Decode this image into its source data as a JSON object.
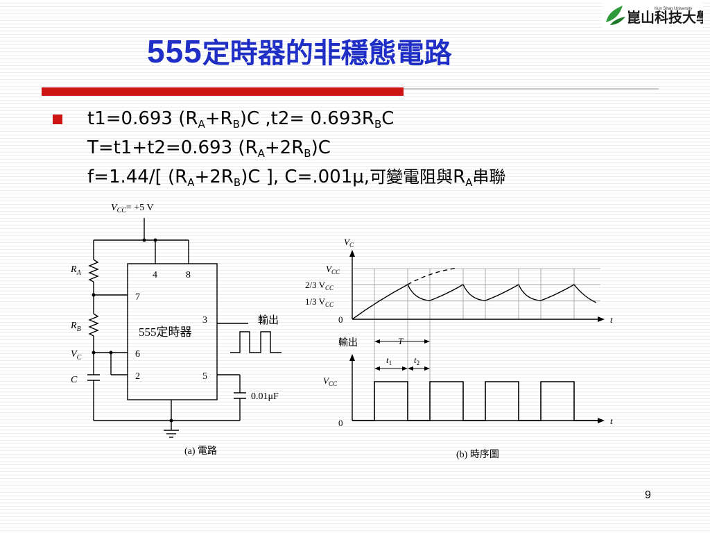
{
  "slide": {
    "title_num": "555",
    "title_zh": "定時器的非穩態電路",
    "page_number": "9",
    "colors": {
      "title": "#1f2fc6",
      "accent": "#cc1414"
    }
  },
  "logo": {
    "zh_text": "崑山科技大學",
    "en_text": "Kun Shan University",
    "icon": "leaf-logo-icon"
  },
  "equations": {
    "line1": {
      "a": "t1=0.693 (R",
      "sub1": "A",
      "b": "+R",
      "sub2": "B",
      "c": ")C ,t2= 0.693R",
      "sub3": "B",
      "d": "C"
    },
    "line2": {
      "a": "T=t1+t2=0.693 (R",
      "sub1": "A",
      "b": "+2R",
      "sub2": "B",
      "c": ")C"
    },
    "line3": {
      "a": "f=1.44/[ (R",
      "sub1": "A",
      "b": "+2R",
      "sub2": "B",
      "c": ")C ],  C=.001μ,",
      "zh": "可變電阻與",
      "d": "R",
      "sub3": "A",
      "zh2": "串聯"
    }
  },
  "circuit": {
    "vcc_label": "V",
    "vcc_sub": "CC",
    "vcc_value": "= +5 V",
    "ra": "R",
    "ra_sub": "A",
    "rb": "R",
    "rb_sub": "B",
    "vc": "V",
    "vc_sub": "C",
    "c": "C",
    "pin4": "4",
    "pin8": "8",
    "pin7": "7",
    "pin3": "3",
    "pin6": "6",
    "pin2": "2",
    "pin5": "5",
    "chip_label": "555定時器",
    "output_label": "輸出",
    "cap_value": "0.01μF",
    "caption": "(a) 電路"
  },
  "timing": {
    "top_axis": {
      "v": "V",
      "v_sub": "C",
      "vcc": "V",
      "vcc_sub": "CC",
      "two_thirds": "2/3 V",
      "two_thirds_sub": "CC",
      "one_third": "1/3 V",
      "one_third_sub": "CC",
      "zero": "0",
      "t": "t"
    },
    "bottom_axis": {
      "output": "輸出",
      "T": "T",
      "t1": "t",
      "t1_sub": "1",
      "t2": "t",
      "t2_sub": "2",
      "vcc": "V",
      "vcc_sub": "CC",
      "zero": "0",
      "t": "t"
    },
    "caption": "(b) 時序圖"
  }
}
